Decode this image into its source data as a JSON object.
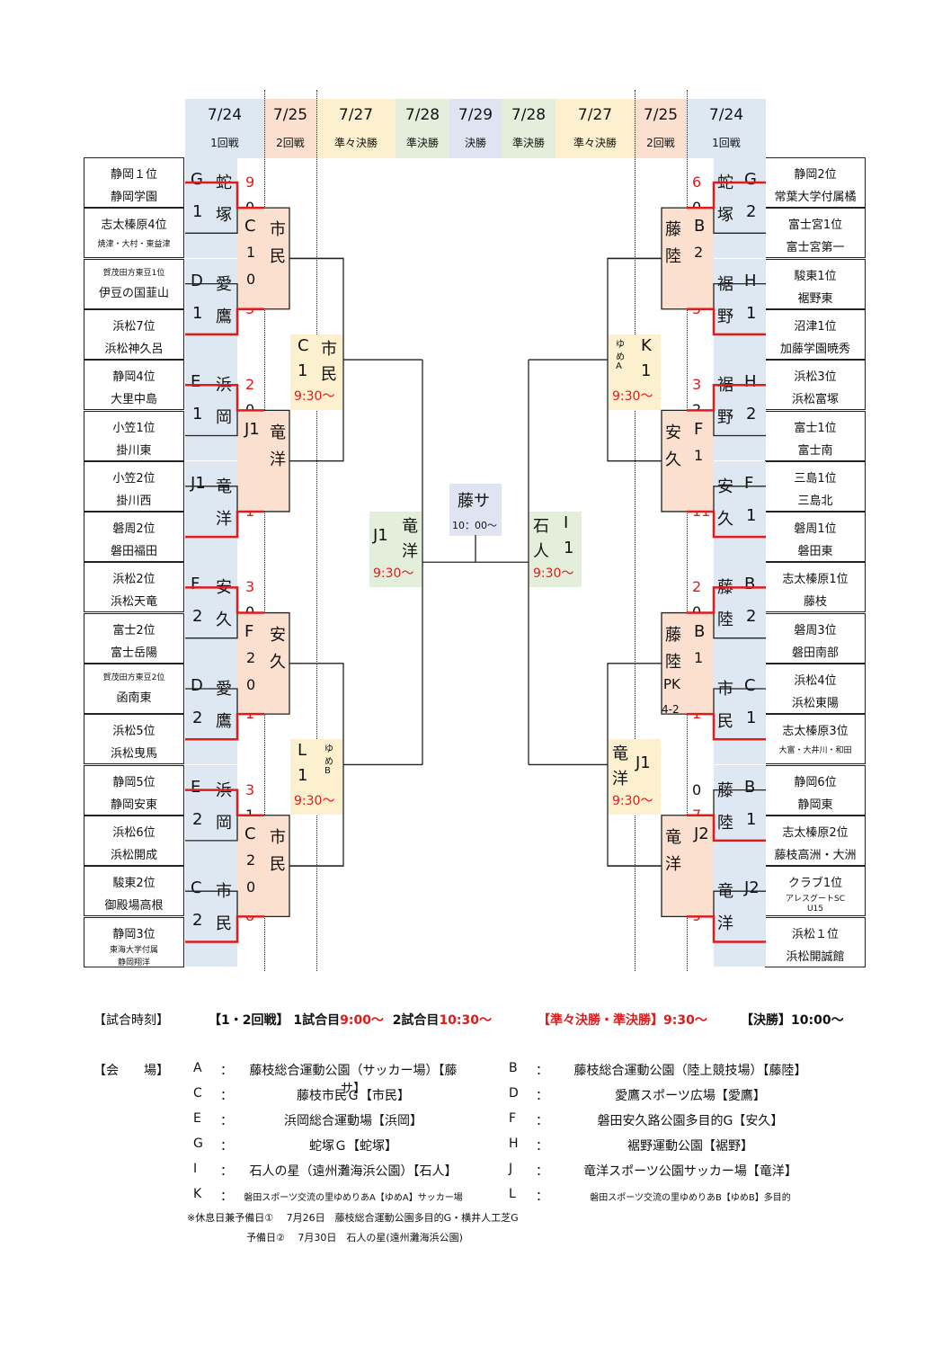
{
  "headers": [
    {
      "date": "7/24",
      "round": "1回戦"
    },
    {
      "date": "7/25",
      "round": "2回戦"
    },
    {
      "date": "7/27",
      "round": "準々決勝"
    },
    {
      "date": "7/28",
      "round": "準決勝"
    },
    {
      "date": "7/29",
      "round": "決勝"
    },
    {
      "date": "7/28",
      "round": "準決勝"
    },
    {
      "date": "7/27",
      "round": "準々決勝"
    },
    {
      "date": "7/25",
      "round": "2回戦"
    },
    {
      "date": "7/24",
      "round": "1回戦"
    }
  ],
  "left_teams": [
    {
      "seed": "静岡１位",
      "name": "静岡学園"
    },
    {
      "seed": "志太榛原4位",
      "name": "焼津・大村・東益津"
    },
    {
      "seed": "賀茂田方東豆1位",
      "name": "伊豆の国韮山"
    },
    {
      "seed": "浜松7位",
      "name": "浜松神久呂"
    },
    {
      "seed": "静岡4位",
      "name": "大里中島"
    },
    {
      "seed": "小笠1位",
      "name": "掛川東"
    },
    {
      "seed": "小笠2位",
      "name": "掛川西"
    },
    {
      "seed": "磐周2位",
      "name": "磐田福田"
    },
    {
      "seed": "浜松2位",
      "name": "浜松天竜"
    },
    {
      "seed": "富士2位",
      "name": "富士岳陽"
    },
    {
      "seed": "賀茂田方東豆2位",
      "name": "函南東"
    },
    {
      "seed": "浜松5位",
      "name": "浜松曳馬"
    },
    {
      "seed": "静岡5位",
      "name": "静岡安東"
    },
    {
      "seed": "浜松6位",
      "name": "浜松開成"
    },
    {
      "seed": "駿東2位",
      "name": "御殿場高根"
    },
    {
      "seed": "静岡3位",
      "name": "東海大学付属",
      "name2": "静岡翔洋"
    }
  ],
  "right_teams": [
    {
      "seed": "静岡2位",
      "name": "常葉大学付属橘"
    },
    {
      "seed": "富士宮1位",
      "name": "富士宮第一"
    },
    {
      "seed": "駿東1位",
      "name": "裾野東"
    },
    {
      "seed": "沼津1位",
      "name": "加藤学園暁秀"
    },
    {
      "seed": "浜松3位",
      "name": "浜松富塚"
    },
    {
      "seed": "富士1位",
      "name": "富士南"
    },
    {
      "seed": "三島1位",
      "name": "三島北"
    },
    {
      "seed": "磐周1位",
      "name": "磐田東"
    },
    {
      "seed": "志太榛原1位",
      "name": "藤枝"
    },
    {
      "seed": "磐周3位",
      "name": "磐田南部"
    },
    {
      "seed": "浜松4位",
      "name": "浜松東陽"
    },
    {
      "seed": "志太榛原3位",
      "name": "大富・大井川・和田"
    },
    {
      "seed": "静岡6位",
      "name": "静岡東"
    },
    {
      "seed": "志太榛原2位",
      "name": "藤枝高洲・大洲"
    },
    {
      "seed": "クラブ1位",
      "name": "アレスグートSC",
      "name2": "U15"
    },
    {
      "seed": "浜松１位",
      "name": "浜松開誠館"
    }
  ],
  "r1_left": [
    {
      "code": "G",
      "num": "1",
      "v1": "蛇",
      "v2": "塚",
      "s1": "9",
      "s2": "0"
    },
    {
      "code": "D",
      "num": "1",
      "v1": "愛",
      "v2": "鷹",
      "s1": "0",
      "s2": "3"
    },
    {
      "code": "E",
      "num": "1",
      "v1": "浜",
      "v2": "岡",
      "s1": "2",
      "s2": "0"
    },
    {
      "code": "J1",
      "num": "",
      "v1": "竜",
      "v2": "洋",
      "s1": "0",
      "s2": "1"
    },
    {
      "code": "F",
      "num": "2",
      "v1": "安",
      "v2": "久",
      "s1": "3",
      "s2": "0"
    },
    {
      "code": "D",
      "num": "2",
      "v1": "愛",
      "v2": "鷹",
      "s1": "0",
      "s2": "1"
    },
    {
      "code": "E",
      "num": "2",
      "v1": "浜",
      "v2": "岡",
      "s1": "3",
      "s2": "1"
    },
    {
      "code": "C",
      "num": "2",
      "v1": "市",
      "v2": "民",
      "s1": "0",
      "s2": "8"
    }
  ],
  "r1_right": [
    {
      "code": "G",
      "num": "2",
      "v1": "蛇",
      "v2": "塚",
      "s1": "6",
      "s2": "0"
    },
    {
      "code": "H",
      "num": "1",
      "v1": "裾",
      "v2": "野",
      "s1": "1",
      "s2": "5"
    },
    {
      "code": "H",
      "num": "2",
      "v1": "裾",
      "v2": "野",
      "s1": "3",
      "s2": "2"
    },
    {
      "code": "F",
      "num": "1",
      "v1": "安",
      "v2": "久",
      "s1": "0",
      "s2": "11"
    },
    {
      "code": "B",
      "num": "2",
      "v1": "藤",
      "v2": "陸",
      "s1": "2",
      "s2": "0"
    },
    {
      "code": "C",
      "num": "1",
      "v1": "市",
      "v2": "民",
      "s1": "1",
      "s2": "1"
    },
    {
      "code": "B",
      "num": "1",
      "v1": "藤",
      "v2": "陸",
      "s1": "0",
      "s2": "7"
    },
    {
      "code": "J2",
      "num": "",
      "v1": "竜",
      "v2": "洋",
      "s1": "0",
      "s2": "9"
    }
  ],
  "r2_left": [
    {
      "code": "C",
      "num": "1",
      "v1": "市",
      "v2": "民",
      "s1": "1",
      "s2": "0"
    },
    {
      "code": "J1",
      "num": "",
      "v1": "竜",
      "v2": "洋"
    },
    {
      "code": "F",
      "num": "2",
      "v1": "安",
      "v2": "久",
      "s1": "2",
      "s2": "0"
    },
    {
      "code": "C",
      "num": "2",
      "v1": "市",
      "v2": "民",
      "s1": "2",
      "s2": "0"
    }
  ],
  "r2_right": [
    {
      "code": "B",
      "num": "2",
      "v1": "藤",
      "v2": "陸",
      "s1": "2",
      "s2": "1"
    },
    {
      "code": "F",
      "num": "1",
      "v1": "安",
      "v2": "久",
      "s1": "1",
      "s2": "0"
    },
    {
      "code": "B",
      "num": "1",
      "v1": "藤",
      "v2": "陸",
      "s1": "1",
      "s2": "1",
      "pk": "PK",
      "pkscore": "4-2"
    },
    {
      "code": "J2",
      "num": "",
      "v1": "竜",
      "v2": "洋"
    }
  ],
  "qf": [
    {
      "code": "C",
      "num": "1",
      "v1": "市",
      "v2": "民",
      "time": "9:30～"
    },
    {
      "code": "L",
      "num": "1",
      "v1": "ゆ",
      "v2": "め",
      "v3": "B",
      "time": "9:30～"
    },
    {
      "code": "K",
      "num": "1",
      "v1": "ゆ",
      "v2": "め",
      "v3": "A",
      "time": "9:30～"
    },
    {
      "code": "J1",
      "num": "",
      "v1": "竜",
      "v2": "洋",
      "time": "9:30～"
    }
  ],
  "sf": [
    {
      "code": "J1",
      "v1": "竜",
      "v2": "洋",
      "time": "9:30～"
    },
    {
      "code": "I",
      "num": "1",
      "v1": "石",
      "v2": "人",
      "time": "9:30～"
    }
  ],
  "final": {
    "venue": "藤サ",
    "time": "10：00～"
  },
  "footer": {
    "times_label": "【試合時刻】",
    "times_r12": "【1・2回戦】",
    "times_g1": "1試合目",
    "times_g1_t": "9:00～",
    "times_g2": "2試合目",
    "times_g2_t": "10:30～",
    "times_qs": "【準々決勝・準決勝】9:30～",
    "times_final": "【決勝】10:00～",
    "venue_label": "【会　　場】",
    "venues": [
      {
        "k": "A",
        "v": "藤枝総合運動公園（サッカー場）【藤サ】"
      },
      {
        "k": "B",
        "v": "藤枝総合運動公園（陸上競技場）【藤陸】"
      },
      {
        "k": "C",
        "v": "藤枝市民Ｇ【市民】"
      },
      {
        "k": "D",
        "v": "愛鷹スポーツ広場【愛鷹】"
      },
      {
        "k": "E",
        "v": "浜岡総合運動場【浜岡】"
      },
      {
        "k": "F",
        "v": "磐田安久路公園多目的G【安久】"
      },
      {
        "k": "G",
        "v": "蛇塚Ｇ【蛇塚】"
      },
      {
        "k": "H",
        "v": "裾野運動公園【裾野】"
      },
      {
        "k": "I",
        "v": "石人の星（遠州灘海浜公園）【石人】"
      },
      {
        "k": "J",
        "v": "竜洋スポーツ公園サッカー場【竜洋】"
      },
      {
        "k": "K",
        "v": "磐田スポーツ交流の里ゆめりあA【ゆめA】サッカー場"
      },
      {
        "k": "L",
        "v": "磐田スポーツ交流の里ゆめりあB【ゆめB】多目的"
      }
    ],
    "note1": "※休息日兼予備日①　 7月26日　藤枝総合運動公園多目的G・横井人工芝G",
    "note2": "予備日②　 7月30日　石人の星(遠州灘海浜公園)"
  }
}
